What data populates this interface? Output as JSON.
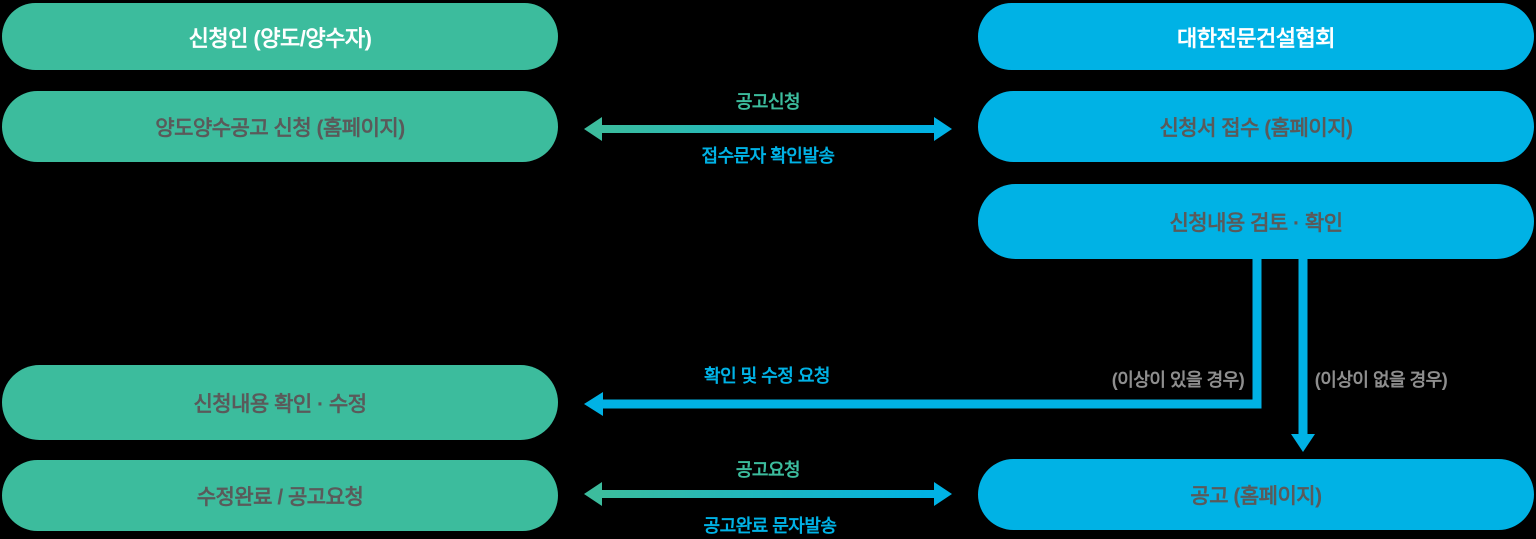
{
  "colors": {
    "applicant_green": "#3CBC9D",
    "association_blue": "#00B2E5",
    "pill_text_gray": "#5A5A5A",
    "condition_gray": "#8E8E8E",
    "header_text": "#FFFFFF",
    "background": "#000000"
  },
  "left_column": {
    "boxes": [
      {
        "label": "신청인 (양도/양수자)"
      },
      {
        "label": "양도양수공고 신청 (홈페이지)"
      },
      {
        "label": "신청내용 확인 · 수정"
      },
      {
        "label": "수정완료 / 공고요청"
      }
    ]
  },
  "right_column": {
    "boxes": [
      {
        "label": "대한전문건설협회"
      },
      {
        "label": "신청서 접수 (홈페이지)"
      },
      {
        "label": "신청내용 검토 · 확인"
      },
      {
        "label": "공고 (홈페이지)"
      }
    ]
  },
  "arrows": {
    "apply": {
      "top_label": "공고신청",
      "bottom_label": "접수문자 확인발송"
    },
    "revision": {
      "label": "확인 및 수정 요청",
      "condition": "(이상이 있을 경우)"
    },
    "publish_direct": {
      "condition": "(이상이 없을 경우)"
    },
    "announce_request": {
      "top_label": "공고요청",
      "bottom_label": "공고완료 문자발송"
    }
  }
}
